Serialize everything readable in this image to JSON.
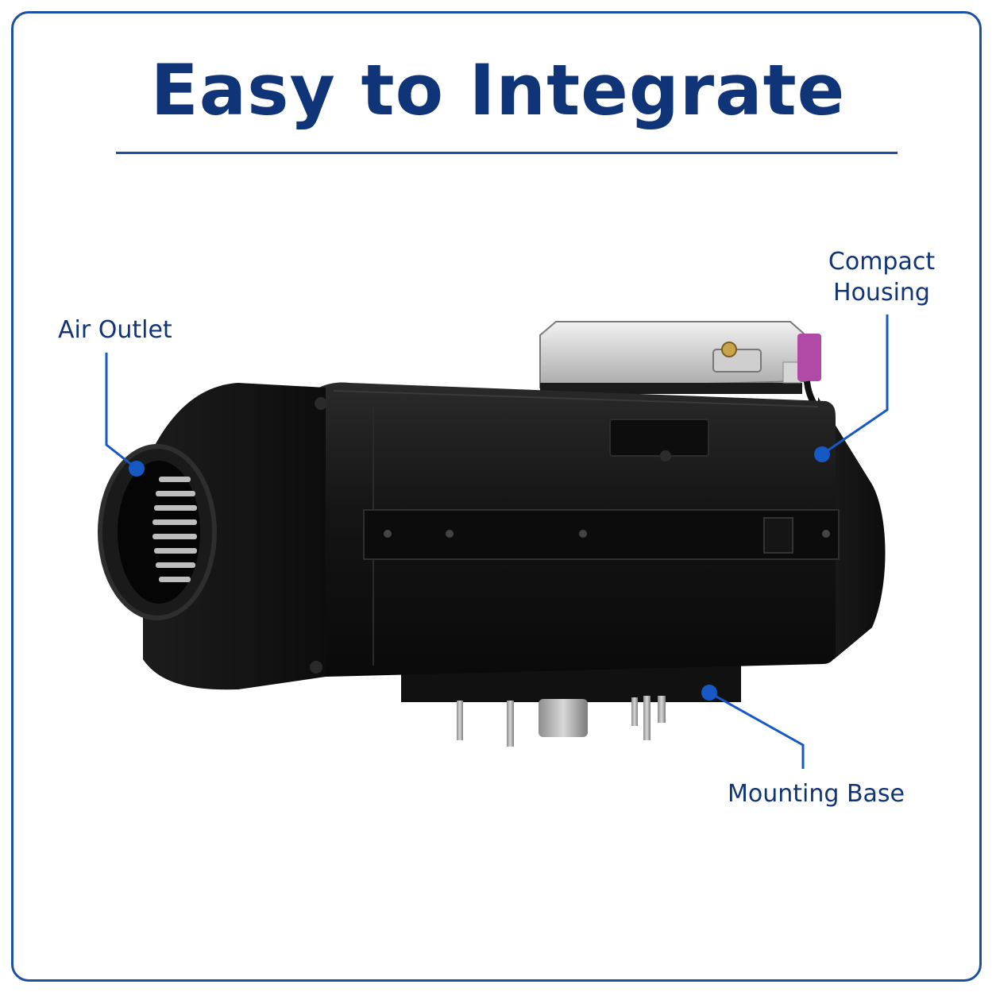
{
  "title": "Easy to Integrate",
  "callouts": {
    "air_outlet": "Air Outlet",
    "compact_housing_line1": "Compact",
    "compact_housing_line2": "Housing",
    "mounting_base": "Mounting Base"
  },
  "colors": {
    "accent": "#0f3478",
    "frame": "#1f4fa3",
    "marker": "#1659c4",
    "product_body": "#151515",
    "connector": "#b04aa6"
  },
  "product": {
    "icon": "diesel-air-heater-illustration"
  }
}
